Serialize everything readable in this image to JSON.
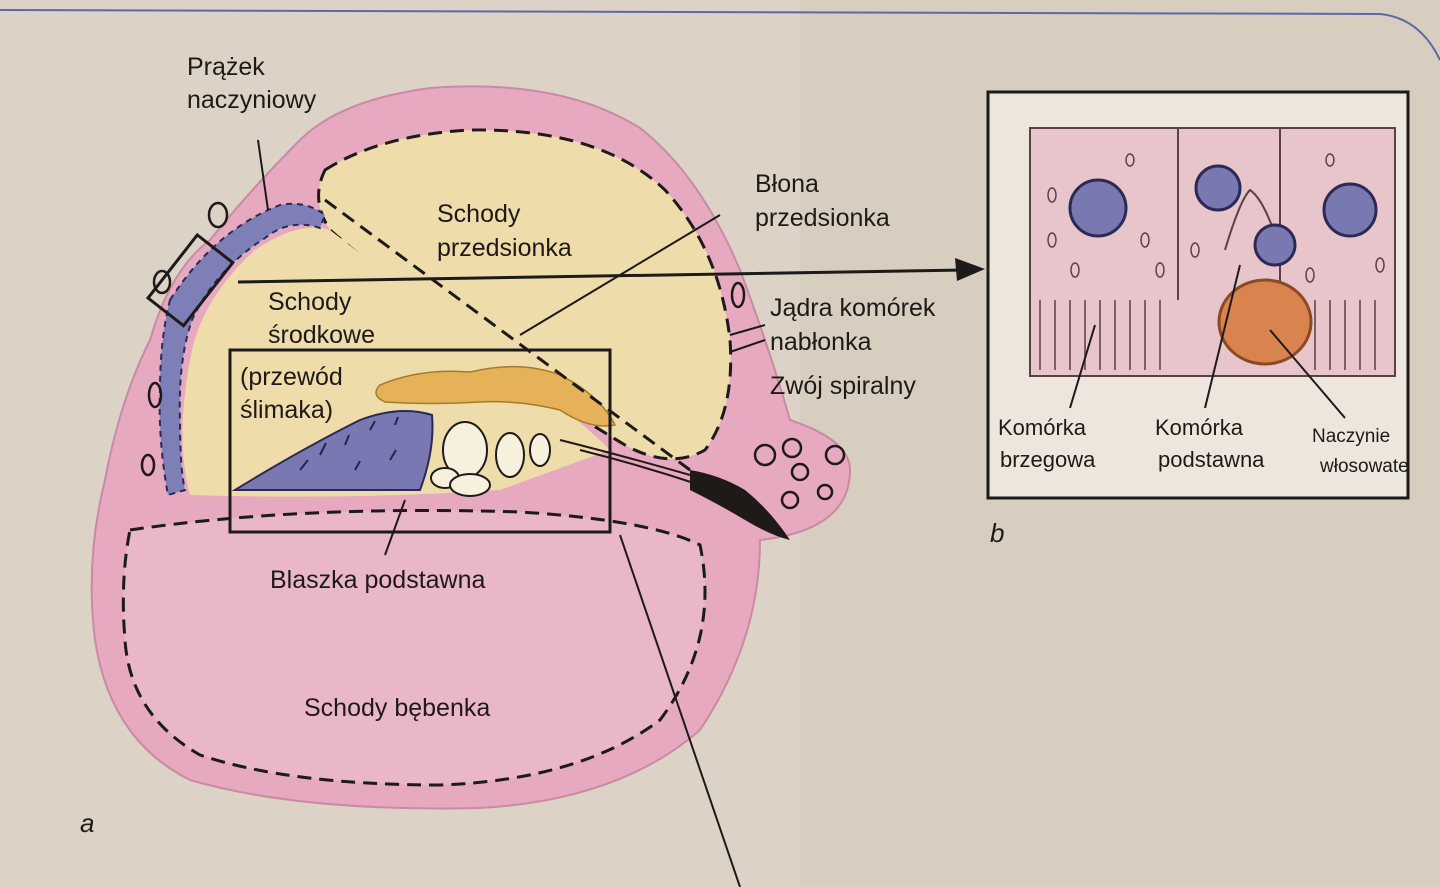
{
  "main_figure": {
    "panel_label": "a",
    "labels": {
      "stria_line1": "Prążek",
      "stria_line2": "naczyniowy",
      "scala_vestibuli_line1": "Schody",
      "scala_vestibuli_line2": "przedsionka",
      "membrane_line1": "Błona",
      "membrane_line2": "przedsionka",
      "scala_media_line1": "Schody",
      "scala_media_line2": "środkowe",
      "duct_line1": "(przewód",
      "duct_line2": "ślimaka)",
      "nuclei_line1": "Jądra komórek",
      "nuclei_line2": "nabłonka",
      "ganglion": "Zwój spiralny",
      "basilar": "Blaszka podstawna",
      "scala_tympani": "Schody bębenka"
    }
  },
  "inset_figure": {
    "panel_label": "b",
    "labels": {
      "marginal_line1": "Komórka",
      "marginal_line2": "brzegowa",
      "basal_line1": "Komórka",
      "basal_line2": "podstawna",
      "capillary_line1": "Naczynie",
      "capillary_line2": "włosowate"
    }
  },
  "colors": {
    "page": "#dcd3c6",
    "pink_wall": "#e7a9c0",
    "yellow_space": "#eedcaa",
    "blue_stria": "#7f7fb8",
    "orange_tectorial": "#e5b25a",
    "capillary": "#d9844f",
    "cell_pink": "#e8c5cb"
  }
}
